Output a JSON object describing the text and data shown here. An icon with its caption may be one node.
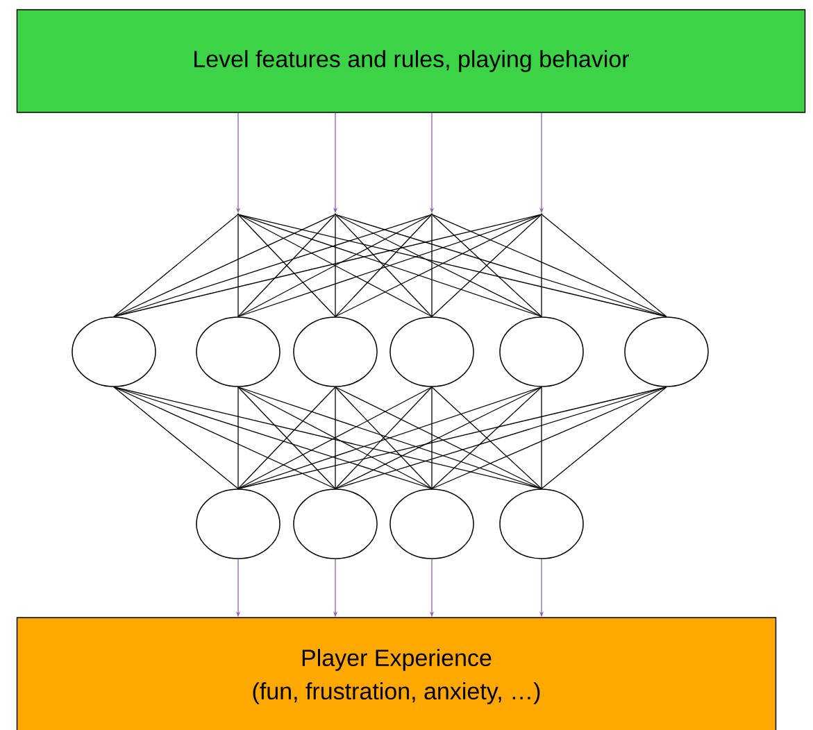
{
  "diagram": {
    "nodes": [
      {
        "text": [
          "Level features and rules, playing behavior"
        ]
      },
      {
        "text": [],
        "shape": "dot"
      },
      {
        "text": [],
        "shape": "dot"
      },
      {
        "text": [],
        "shape": "dot"
      },
      {
        "text": [],
        "shape": "dot"
      },
      {
        "text": [],
        "shape": "circle"
      },
      {
        "text": [],
        "shape": "circle"
      },
      {
        "text": [],
        "shape": "circle"
      },
      {
        "text": [],
        "shape": "circle"
      },
      {
        "text": [],
        "shape": "circle"
      },
      {
        "text": [],
        "shape": "circle"
      },
      {
        "text": [],
        "shape": "circle"
      },
      {
        "text": [],
        "shape": "circle"
      },
      {
        "text": [],
        "shape": "circle"
      },
      {
        "text": [],
        "shape": "circle"
      },
      {
        "text": [
          "Player Experience",
          "(fun, frustration, anxiety, …)"
        ]
      }
    ],
    "edges": [
      {
        "from": 0,
        "to": 1,
        "arrow": "to",
        "color": "#8e5ea8"
      },
      {
        "from": 0,
        "to": 2,
        "arrow": "to",
        "color": "#8e5ea8"
      },
      {
        "from": 0,
        "to": 3,
        "arrow": "to",
        "color": "#8e5ea8"
      },
      {
        "from": 0,
        "to": 4,
        "arrow": "to",
        "color": "#8e5ea8"
      },
      {
        "from": 1,
        "to": 5,
        "arrow": "none"
      },
      {
        "from": 1,
        "to": 6,
        "arrow": "none"
      },
      {
        "from": 1,
        "to": 7,
        "arrow": "none"
      },
      {
        "from": 1,
        "to": 8,
        "arrow": "none"
      },
      {
        "from": 1,
        "to": 9,
        "arrow": "none"
      },
      {
        "from": 1,
        "to": 10,
        "arrow": "none"
      },
      {
        "from": 2,
        "to": 5,
        "arrow": "none"
      },
      {
        "from": 2,
        "to": 6,
        "arrow": "none"
      },
      {
        "from": 2,
        "to": 7,
        "arrow": "none"
      },
      {
        "from": 2,
        "to": 8,
        "arrow": "none"
      },
      {
        "from": 2,
        "to": 9,
        "arrow": "none"
      },
      {
        "from": 2,
        "to": 10,
        "arrow": "none"
      },
      {
        "from": 3,
        "to": 5,
        "arrow": "none"
      },
      {
        "from": 3,
        "to": 6,
        "arrow": "none"
      },
      {
        "from": 3,
        "to": 7,
        "arrow": "none"
      },
      {
        "from": 3,
        "to": 8,
        "arrow": "none"
      },
      {
        "from": 3,
        "to": 9,
        "arrow": "none"
      },
      {
        "from": 3,
        "to": 10,
        "arrow": "none"
      },
      {
        "from": 4,
        "to": 5,
        "arrow": "none"
      },
      {
        "from": 4,
        "to": 6,
        "arrow": "none"
      },
      {
        "from": 4,
        "to": 7,
        "arrow": "none"
      },
      {
        "from": 4,
        "to": 8,
        "arrow": "none"
      },
      {
        "from": 4,
        "to": 9,
        "arrow": "none"
      },
      {
        "from": 4,
        "to": 10,
        "arrow": "none"
      },
      {
        "from": 5,
        "to": 11,
        "arrow": "none"
      },
      {
        "from": 5,
        "to": 12,
        "arrow": "none"
      },
      {
        "from": 5,
        "to": 13,
        "arrow": "none"
      },
      {
        "from": 5,
        "to": 14,
        "arrow": "none"
      },
      {
        "from": 6,
        "to": 11,
        "arrow": "none"
      },
      {
        "from": 6,
        "to": 12,
        "arrow": "none"
      },
      {
        "from": 6,
        "to": 13,
        "arrow": "none"
      },
      {
        "from": 6,
        "to": 14,
        "arrow": "none"
      },
      {
        "from": 7,
        "to": 11,
        "arrow": "none"
      },
      {
        "from": 7,
        "to": 12,
        "arrow": "none"
      },
      {
        "from": 7,
        "to": 13,
        "arrow": "none"
      },
      {
        "from": 7,
        "to": 14,
        "arrow": "none"
      },
      {
        "from": 8,
        "to": 11,
        "arrow": "none"
      },
      {
        "from": 8,
        "to": 12,
        "arrow": "none"
      },
      {
        "from": 8,
        "to": 13,
        "arrow": "none"
      },
      {
        "from": 8,
        "to": 14,
        "arrow": "none"
      },
      {
        "from": 9,
        "to": 11,
        "arrow": "none"
      },
      {
        "from": 9,
        "to": 12,
        "arrow": "none"
      },
      {
        "from": 9,
        "to": 13,
        "arrow": "none"
      },
      {
        "from": 9,
        "to": 14,
        "arrow": "none"
      },
      {
        "from": 10,
        "to": 11,
        "arrow": "none"
      },
      {
        "from": 10,
        "to": 12,
        "arrow": "none"
      },
      {
        "from": 10,
        "to": 13,
        "arrow": "none"
      },
      {
        "from": 10,
        "to": 14,
        "arrow": "none"
      },
      {
        "from": 11,
        "to": 15,
        "arrow": "to",
        "color": "#8e5ea8"
      },
      {
        "from": 12,
        "to": 15,
        "arrow": "to",
        "color": "#8e5ea8"
      },
      {
        "from": 13,
        "to": 15,
        "arrow": "to",
        "color": "#8e5ea8"
      },
      {
        "from": 14,
        "to": 15,
        "arrow": "to",
        "color": "#8e5ea8"
      }
    ]
  }
}
